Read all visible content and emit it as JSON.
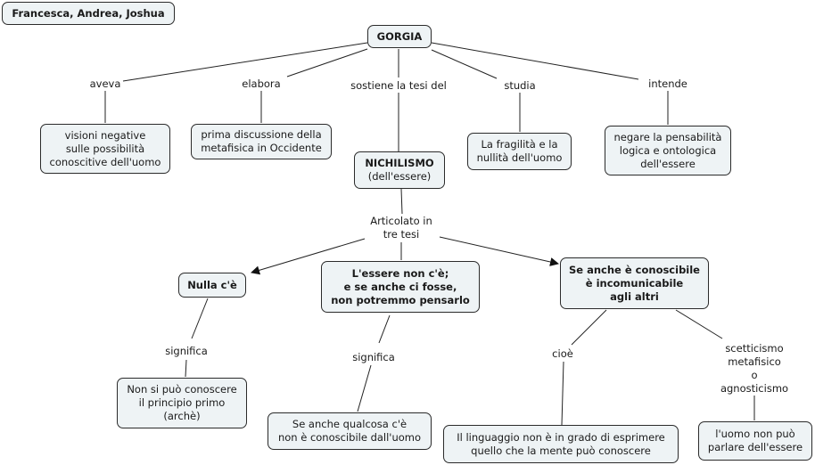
{
  "authors": "Francesca, Andrea, Joshua",
  "root": "GORGIA",
  "nodes": {
    "visioni": "visioni negative\nsulle possibilità\nconoscitive dell'uomo",
    "prima": "prima discussione della\nmetafisica in Occidente",
    "nichilismo_title": "NICHILISMO",
    "nichilismo_sub": "(dell'essere)",
    "fragilita": "La fragilità e la\nnullità dell'uomo",
    "negare": "negare la pensabilità\nlogica e ontologica\ndell'essere",
    "nulla": "Nulla c'è",
    "essere": "L'essere non c'è;\ne se anche ci fosse,\nnon potremmo pensarlo",
    "seanche": "Se anche è conoscibile\nè incomunicabile\nagli altri",
    "principio": "Non si può conoscere\nil principio primo\n(archè)",
    "qualcosa": "Se anche qualcosa c'è\nnon è conoscibile dall'uomo",
    "linguaggio": "Il linguaggio non è in grado di esprimere\nquello che la mente può conoscere",
    "uomo": "l'uomo non può\nparlare dell'essere"
  },
  "links": {
    "aveva": "aveva",
    "elabora": "elabora",
    "sostiene": "sostiene la tesi del",
    "studia": "studia",
    "intende": "intende",
    "articolato": "Articolato in\ntre tesi",
    "significa1": "significa",
    "significa2": "significa",
    "cioe": "cioè",
    "scetticismo": "scetticismo metafisico\no\nagnosticismo"
  }
}
